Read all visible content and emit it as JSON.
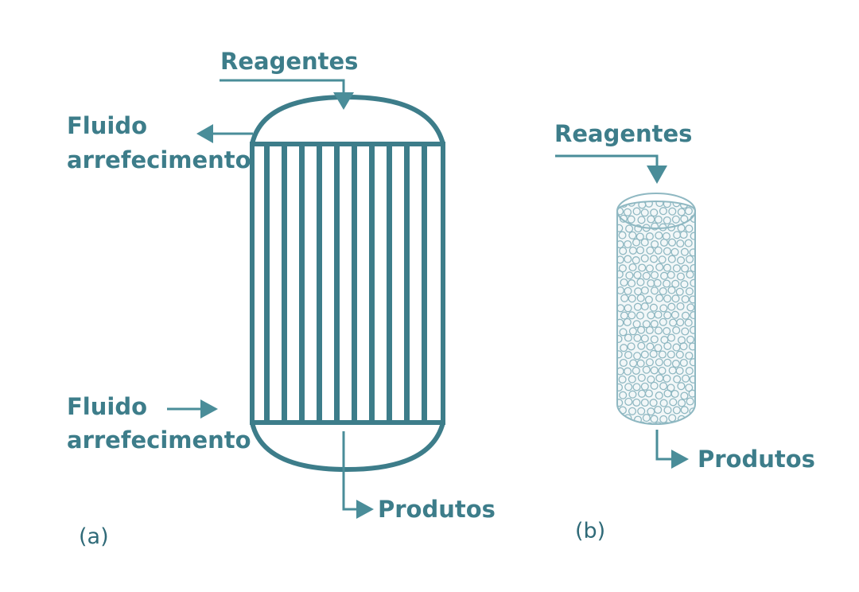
{
  "reactor_a": {
    "feed_label": "Reagentes",
    "coolant_out_label_line1": "Fluido",
    "coolant_out_label_line2": "arrefecimento",
    "coolant_in_label_line1": "Fluido",
    "coolant_in_label_line2": "arrefecimento",
    "product_label": "Produtos",
    "caption": "(a)"
  },
  "reactor_b": {
    "feed_label": "Reagentes",
    "product_label": "Produtos",
    "caption": "(b)"
  },
  "colors": {
    "outline": "#3d7d8a",
    "arrow": "#4a8d99",
    "bead": "#8fb8c2",
    "text": "#3d7d8a"
  }
}
